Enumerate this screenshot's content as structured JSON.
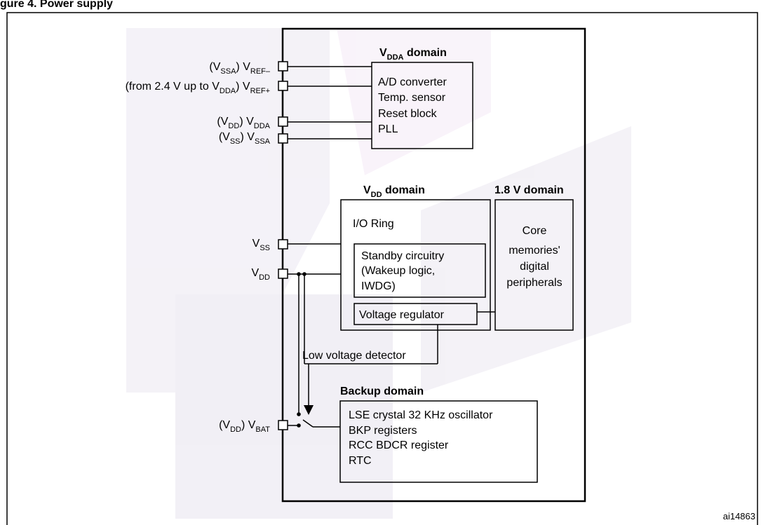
{
  "figure_title": "gure 4.   Power supply",
  "figure_id": "ai14863",
  "pins": {
    "vref_minus": {
      "prefix": "(V",
      "prefix_sub": "SSA",
      "mid": ") V",
      "sub": "REF–"
    },
    "vref_plus": {
      "prefix": "(from 2.4 V up to V",
      "prefix_sub": "DDA",
      "mid": ") V",
      "sub": "REF+"
    },
    "vdda": {
      "prefix": "(V",
      "prefix_sub": "DD",
      "mid": ") V",
      "sub": "DDA"
    },
    "vssa": {
      "prefix": "(V",
      "prefix_sub": "SS",
      "mid": ") V",
      "sub": "SSA"
    },
    "vss": {
      "main": "V",
      "sub": "SS"
    },
    "vdd": {
      "main": "V",
      "sub": "DD"
    },
    "vbat": {
      "prefix": "(V",
      "prefix_sub": "DD",
      "mid": ") V",
      "sub": "BAT"
    }
  },
  "vdda_domain": {
    "title_main": "V",
    "title_sub": "DDA",
    "title_rest": " domain",
    "items": [
      "A/D converter",
      "Temp. sensor",
      "Reset block",
      "PLL"
    ]
  },
  "vdd_domain": {
    "title_main": "V",
    "title_sub": "DD",
    "title_rest": " domain",
    "io_ring": "I/O Ring",
    "standby": [
      "Standby circuitry",
      "(Wakeup logic,",
      "IWDG)"
    ],
    "voltage_regulator": "Voltage regulator"
  },
  "core_domain": {
    "title": "1.8 V domain",
    "lines": [
      "Core",
      "memories'",
      "digital",
      "peripherals"
    ]
  },
  "low_voltage_detector": "Low voltage detector",
  "backup_domain": {
    "title": "Backup domain",
    "items": [
      "LSE crystal 32 KHz oscillator",
      "BKP registers",
      "RCC BDCR register",
      "RTC"
    ]
  }
}
